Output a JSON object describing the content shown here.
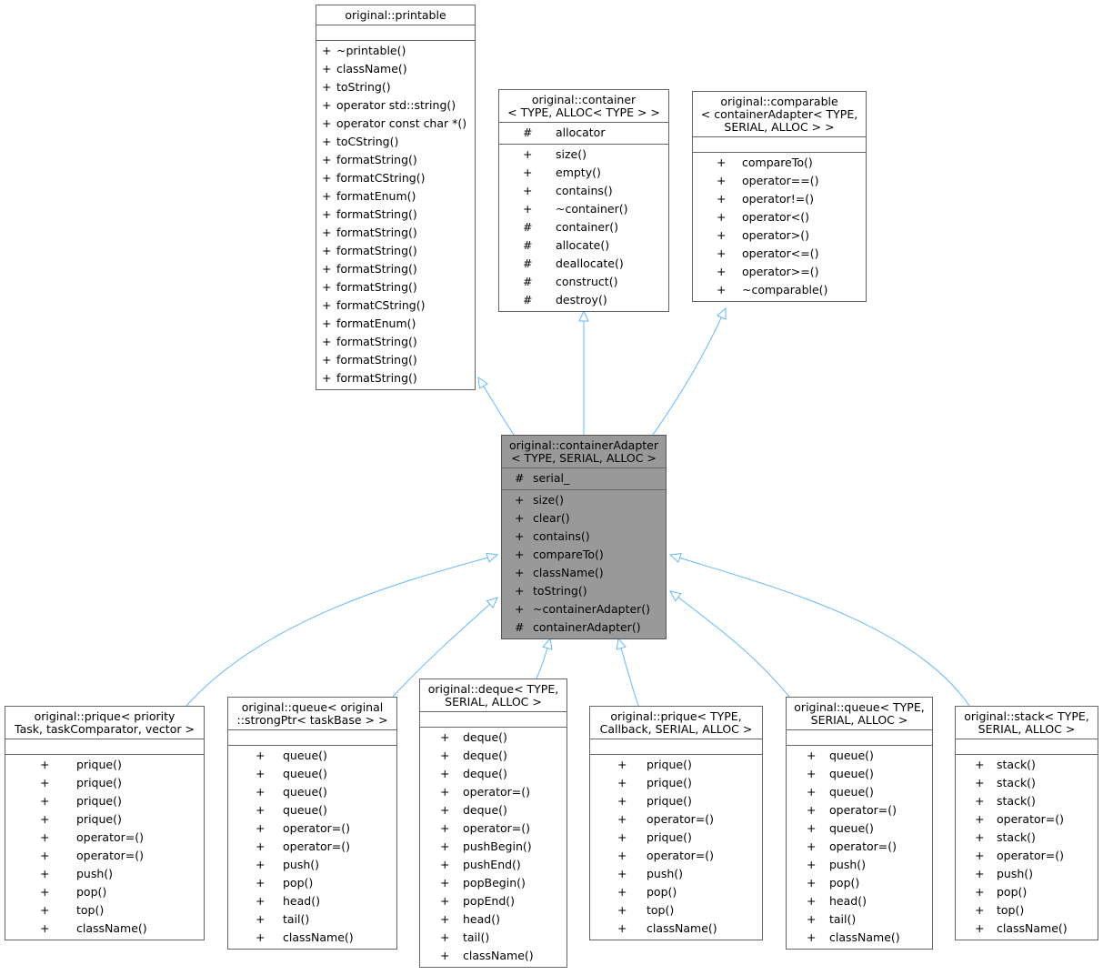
{
  "nodes": [
    {
      "id": "printable",
      "title": [
        "original::printable"
      ],
      "attrs": [],
      "methods": [
        [
          "+",
          "~printable()"
        ],
        [
          "+",
          "className()"
        ],
        [
          "+",
          "toString()"
        ],
        [
          "+",
          "operator std::string()"
        ],
        [
          "+",
          "operator const char *()"
        ],
        [
          "+",
          "toCString()"
        ],
        [
          "+",
          "formatString()"
        ],
        [
          "+",
          "formatCString()"
        ],
        [
          "+",
          "formatEnum()"
        ],
        [
          "+",
          "formatString()"
        ],
        [
          "+",
          "formatString()"
        ],
        [
          "+",
          "formatString()"
        ],
        [
          "+",
          "formatString()"
        ],
        [
          "+",
          "formatString()"
        ],
        [
          "+",
          "formatCString()"
        ],
        [
          "+",
          "formatEnum()"
        ],
        [
          "+",
          "formatString()"
        ],
        [
          "+",
          "formatString()"
        ],
        [
          "+",
          "formatString()"
        ]
      ]
    },
    {
      "id": "container",
      "title": [
        "original::container",
        "< TYPE, ALLOC< TYPE > >"
      ],
      "attrs": [
        [
          "#",
          "allocator"
        ]
      ],
      "methods": [
        [
          "+",
          "size()"
        ],
        [
          "+",
          "empty()"
        ],
        [
          "+",
          "contains()"
        ],
        [
          "+",
          "~container()"
        ],
        [
          "#",
          "container()"
        ],
        [
          "#",
          "allocate()"
        ],
        [
          "#",
          "deallocate()"
        ],
        [
          "#",
          "construct()"
        ],
        [
          "#",
          "destroy()"
        ]
      ]
    },
    {
      "id": "comparable",
      "title": [
        "original::comparable",
        "< containerAdapter< TYPE,",
        "SERIAL, ALLOC > >"
      ],
      "attrs": [],
      "methods": [
        [
          "+",
          "compareTo()"
        ],
        [
          "+",
          "operator==()"
        ],
        [
          "+",
          "operator!=()"
        ],
        [
          "+",
          "operator<()"
        ],
        [
          "+",
          "operator>()"
        ],
        [
          "+",
          "operator<=()"
        ],
        [
          "+",
          "operator>=()"
        ],
        [
          "+",
          "~comparable()"
        ]
      ]
    },
    {
      "id": "containerAdapter",
      "title": [
        "original::containerAdapter",
        "< TYPE, SERIAL, ALLOC >"
      ],
      "attrs": [
        [
          "#",
          "serial_"
        ]
      ],
      "methods": [
        [
          "+",
          "size()"
        ],
        [
          "+",
          "clear()"
        ],
        [
          "+",
          "contains()"
        ],
        [
          "+",
          "compareTo()"
        ],
        [
          "+",
          "className()"
        ],
        [
          "+",
          "toString()"
        ],
        [
          "+",
          "~containerAdapter()"
        ],
        [
          "#",
          "containerAdapter()"
        ]
      ]
    },
    {
      "id": "prique_task",
      "title": [
        "original::prique< priority",
        "Task, taskComparator, vector >"
      ],
      "attrs": [],
      "methods": [
        [
          "+",
          "prique()"
        ],
        [
          "+",
          "prique()"
        ],
        [
          "+",
          "prique()"
        ],
        [
          "+",
          "prique()"
        ],
        [
          "+",
          "operator=()"
        ],
        [
          "+",
          "operator=()"
        ],
        [
          "+",
          "push()"
        ],
        [
          "+",
          "pop()"
        ],
        [
          "+",
          "top()"
        ],
        [
          "+",
          "className()"
        ]
      ]
    },
    {
      "id": "queue_strong",
      "title": [
        "original::queue< original",
        "::strongPtr< taskBase > >"
      ],
      "attrs": [],
      "methods": [
        [
          "+",
          "queue()"
        ],
        [
          "+",
          "queue()"
        ],
        [
          "+",
          "queue()"
        ],
        [
          "+",
          "queue()"
        ],
        [
          "+",
          "operator=()"
        ],
        [
          "+",
          "operator=()"
        ],
        [
          "+",
          "push()"
        ],
        [
          "+",
          "pop()"
        ],
        [
          "+",
          "head()"
        ],
        [
          "+",
          "tail()"
        ],
        [
          "+",
          "className()"
        ]
      ]
    },
    {
      "id": "deque",
      "title": [
        "original::deque< TYPE,",
        "SERIAL, ALLOC >"
      ],
      "attrs": [],
      "methods": [
        [
          "+",
          "deque()"
        ],
        [
          "+",
          "deque()"
        ],
        [
          "+",
          "deque()"
        ],
        [
          "+",
          "operator=()"
        ],
        [
          "+",
          "deque()"
        ],
        [
          "+",
          "operator=()"
        ],
        [
          "+",
          "pushBegin()"
        ],
        [
          "+",
          "pushEnd()"
        ],
        [
          "+",
          "popBegin()"
        ],
        [
          "+",
          "popEnd()"
        ],
        [
          "+",
          "head()"
        ],
        [
          "+",
          "tail()"
        ],
        [
          "+",
          "className()"
        ]
      ]
    },
    {
      "id": "prique_cb",
      "title": [
        "original::prique< TYPE,",
        "Callback, SERIAL, ALLOC >"
      ],
      "attrs": [],
      "methods": [
        [
          "+",
          "prique()"
        ],
        [
          "+",
          "prique()"
        ],
        [
          "+",
          "prique()"
        ],
        [
          "+",
          "operator=()"
        ],
        [
          "+",
          "prique()"
        ],
        [
          "+",
          "operator=()"
        ],
        [
          "+",
          "push()"
        ],
        [
          "+",
          "pop()"
        ],
        [
          "+",
          "top()"
        ],
        [
          "+",
          "className()"
        ]
      ]
    },
    {
      "id": "queue",
      "title": [
        "original::queue< TYPE,",
        "SERIAL, ALLOC >"
      ],
      "attrs": [],
      "methods": [
        [
          "+",
          "queue()"
        ],
        [
          "+",
          "queue()"
        ],
        [
          "+",
          "queue()"
        ],
        [
          "+",
          "operator=()"
        ],
        [
          "+",
          "queue()"
        ],
        [
          "+",
          "operator=()"
        ],
        [
          "+",
          "push()"
        ],
        [
          "+",
          "pop()"
        ],
        [
          "+",
          "head()"
        ],
        [
          "+",
          "tail()"
        ],
        [
          "+",
          "className()"
        ]
      ]
    },
    {
      "id": "stack",
      "title": [
        "original::stack< TYPE,",
        "SERIAL, ALLOC >"
      ],
      "attrs": [],
      "methods": [
        [
          "+",
          "stack()"
        ],
        [
          "+",
          "stack()"
        ],
        [
          "+",
          "stack()"
        ],
        [
          "+",
          "operator=()"
        ],
        [
          "+",
          "stack()"
        ],
        [
          "+",
          "operator=()"
        ],
        [
          "+",
          "push()"
        ],
        [
          "+",
          "pop()"
        ],
        [
          "+",
          "top()"
        ],
        [
          "+",
          "className()"
        ]
      ]
    }
  ],
  "edges": [
    {
      "from": "containerAdapter",
      "to": "printable"
    },
    {
      "from": "containerAdapter",
      "to": "container"
    },
    {
      "from": "containerAdapter",
      "to": "comparable"
    },
    {
      "from": "prique_task",
      "to": "containerAdapter"
    },
    {
      "from": "queue_strong",
      "to": "containerAdapter"
    },
    {
      "from": "deque",
      "to": "containerAdapter"
    },
    {
      "from": "prique_cb",
      "to": "containerAdapter"
    },
    {
      "from": "queue",
      "to": "containerAdapter"
    },
    {
      "from": "stack",
      "to": "containerAdapter"
    }
  ],
  "colors": {
    "edge": "#63B8FF",
    "focus_fill": "#999999",
    "border": "#666666"
  }
}
